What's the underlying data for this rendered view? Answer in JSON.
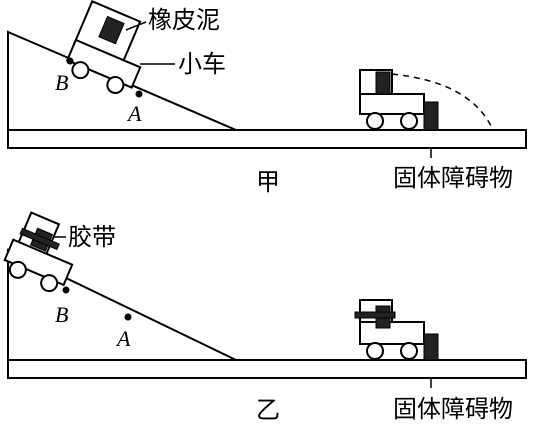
{
  "figure_a": {
    "caption": "甲",
    "labels": {
      "putty": "橡皮泥",
      "cart": "小车",
      "point_b": "B",
      "point_a": "A",
      "obstacle": "固体障碍物"
    }
  },
  "figure_b": {
    "caption": "乙",
    "labels": {
      "tape": "胶带",
      "point_b": "B",
      "point_a": "A",
      "obstacle": "固体障碍物"
    }
  }
}
